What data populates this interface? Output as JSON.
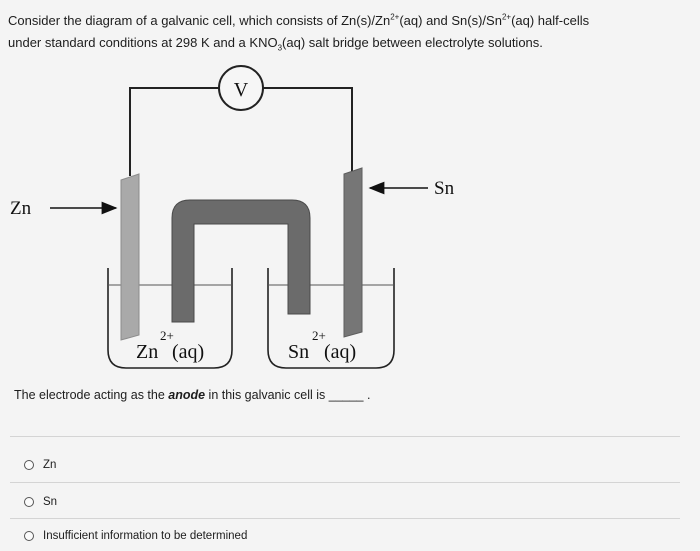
{
  "question": {
    "p1": "Consider the diagram of a galvanic cell, which consists of Zn(s)/Zn",
    "sup1": "2+",
    "p2": "(aq) and Sn(s)/Sn",
    "sup2": "2+",
    "p3": "(aq) half-cells",
    "p4": "under standard conditions at 298 K and a KNO",
    "sub1": "3",
    "p5": "(aq) salt bridge between electrolyte solutions."
  },
  "diagram": {
    "voltmeter_label": "V",
    "left_electrode_label": "Zn",
    "right_electrode_label": "Sn",
    "left_solution": {
      "ion": "Zn",
      "charge": "2+",
      "state": "(aq)"
    },
    "right_solution": {
      "ion": "Sn",
      "charge": "2+",
      "state": "(aq)"
    }
  },
  "prompt": {
    "before": "The electrode acting as the ",
    "emph": "anode",
    "after": " in this galvanic cell is _____ ."
  },
  "options": [
    {
      "label": "Zn"
    },
    {
      "label": "Sn"
    },
    {
      "label": "Insufficient information to be determined"
    }
  ]
}
